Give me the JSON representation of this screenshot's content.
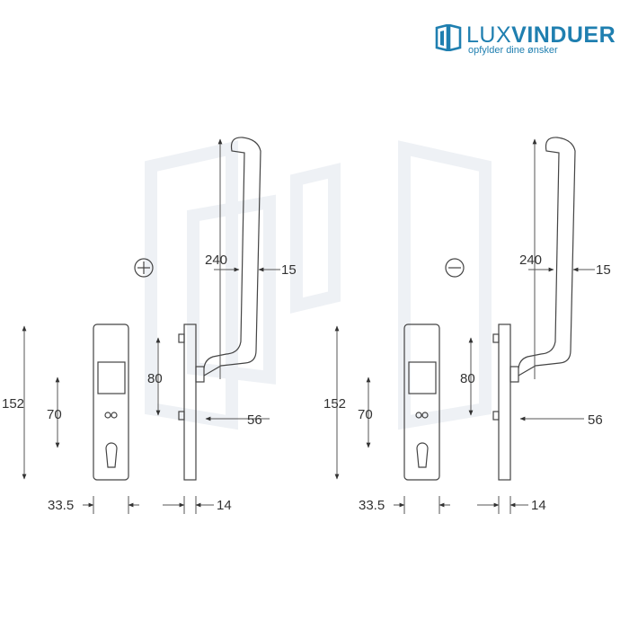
{
  "brand": {
    "name_light": "LUX",
    "name_bold": "VINDUER",
    "tagline": "opfylder dine ønsker",
    "color": "#1f7fb0"
  },
  "variants": [
    {
      "symbol": "+",
      "dims": {
        "handle_height": "240",
        "handle_diameter": "15",
        "plate_height": "152",
        "cylinder_center": "70",
        "handle_center": "80",
        "projection": "56",
        "backset": "33.5",
        "thickness": "14"
      }
    },
    {
      "symbol": "−",
      "dims": {
        "handle_height": "240",
        "handle_diameter": "15",
        "plate_height": "152",
        "cylinder_center": "70",
        "handle_center": "80",
        "projection": "56",
        "backset": "33.5",
        "thickness": "14"
      }
    }
  ],
  "colors": {
    "line": "#444444",
    "watermark": "#eef1f5"
  }
}
